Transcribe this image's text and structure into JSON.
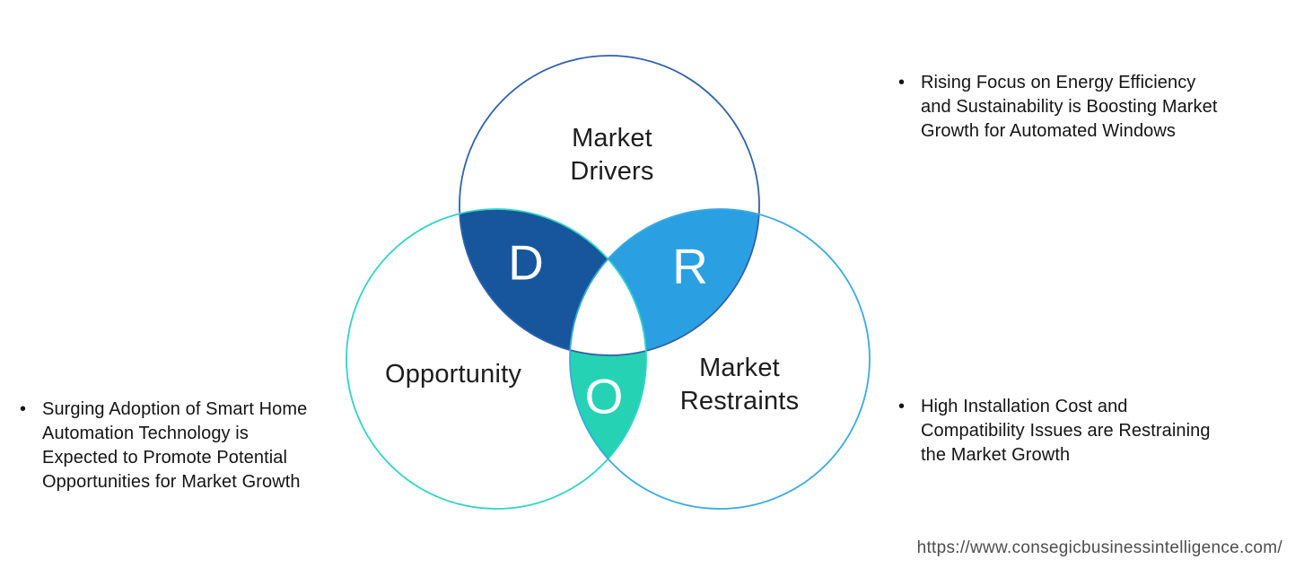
{
  "venn": {
    "colors": {
      "drivers_stroke": "#2e62ab",
      "opportunity_stroke": "#2fd5c6",
      "restraints_stroke": "#3aa9e4",
      "d_fill": "#17569c",
      "r_fill": "#2aa0e2",
      "o_fill": "#25d2b4",
      "center_fill": "#ffffff"
    },
    "circles": {
      "drivers": {
        "label": "Market\nDrivers"
      },
      "opportunity": {
        "label": "Opportunity"
      },
      "restraints": {
        "label": "Market\nRestraints"
      }
    },
    "intersections": {
      "drivers_opportunity": "D",
      "drivers_restraints": "R",
      "opportunity_restraints": "O"
    }
  },
  "annotations": {
    "drivers_note": {
      "bullet": "•",
      "text": "Rising Focus on Energy Efficiency\nand Sustainability is Boosting Market\nGrowth for Automated Windows"
    },
    "opportunity_note": {
      "bullet": "•",
      "text": "Surging Adoption of Smart Home\nAutomation Technology is\nExpected to Promote Potential\nOpportunities for Market Growth"
    },
    "restraints_note": {
      "bullet": "•",
      "text": "High Installation Cost and\nCompatibility Issues are Restraining\nthe Market Growth"
    }
  },
  "footer": {
    "source_url": "https://www.consegicbusinessintelligence.com/"
  }
}
